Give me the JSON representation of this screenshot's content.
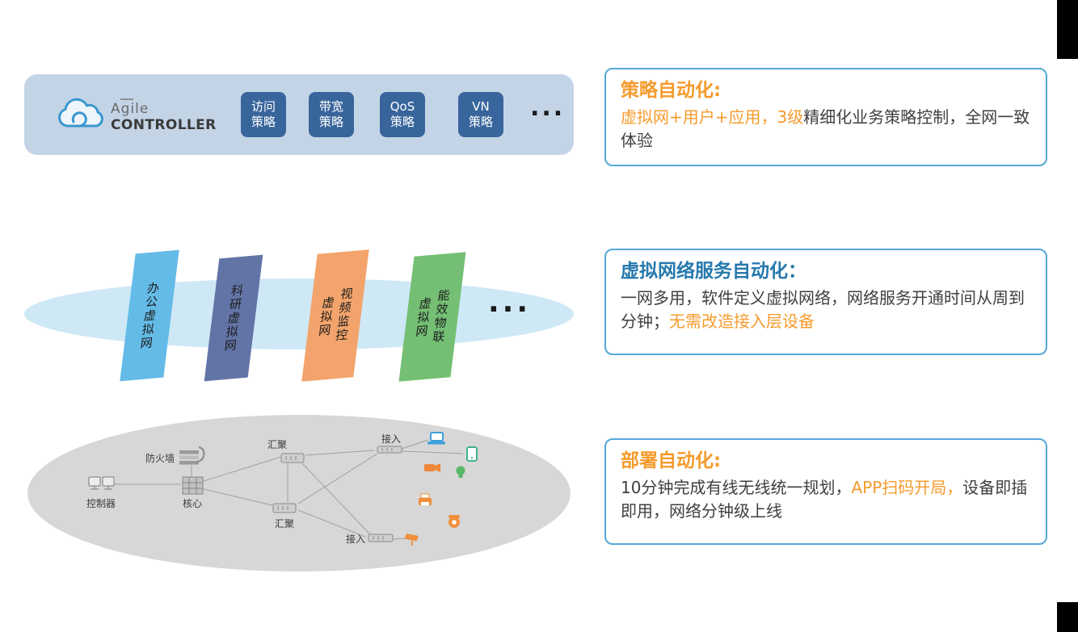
{
  "colors": {
    "accent_orange": "#f59b2d",
    "callout_border": "#56a8d8",
    "body_text": "#3f3f3f",
    "corner_block": "#000000"
  },
  "controller_bar": {
    "bg": "#c4d4e7",
    "logo_line1": "Agile",
    "logo_line2": "CONTROLLER",
    "tile_bg": "#38659c",
    "tiles": [
      {
        "line1": "访问",
        "line2": "策略"
      },
      {
        "line1": "带宽",
        "line2": "策略"
      },
      {
        "line1": "QoS",
        "line2": "策略"
      },
      {
        "line1": "VN",
        "line2": "策略"
      }
    ],
    "ellipsis": "..."
  },
  "virtual_layer": {
    "ellipse_bg": "#cfe8f6",
    "panels": [
      {
        "col_right": "办公虚拟网",
        "col_left": "",
        "bg": "#64bbe8"
      },
      {
        "col_right": "科研虚拟网",
        "col_left": "",
        "bg": "#6274a6"
      },
      {
        "col_right": "视频监控",
        "col_left": "虚拟网",
        "bg": "#f2a46c"
      },
      {
        "col_right": "能效物联",
        "col_left": "虚拟网",
        "bg": "#74bf74"
      }
    ],
    "ellipsis": "..."
  },
  "physical_layer": {
    "ellipse_fill": "#d7d7d7",
    "labels": {
      "firewall": "防火墙",
      "controller": "控制器",
      "core": "核心",
      "aggregation_top": "汇聚",
      "aggregation_bottom": "汇聚",
      "access_top": "接入",
      "access_bottom": "接入"
    }
  },
  "callouts": [
    {
      "title": "策略自动化:",
      "title_color": "#f59b2d",
      "segments": [
        {
          "text": "虚拟网+用户+应用，3级",
          "color": "#f59b2d"
        },
        {
          "text": "精细化业务策略控制，全网一致体验",
          "color": "#3f3f3f"
        }
      ]
    },
    {
      "title": "虚拟网络服务自动化：",
      "title_color": "#2679ad",
      "segments": [
        {
          "text": "一网多用，软件定义虚拟网络，网络服务开通时间从周到分钟；",
          "color": "#3f3f3f"
        },
        {
          "text": "无需改造接入层设备",
          "color": "#f59b2d"
        }
      ]
    },
    {
      "title": "部署自动化:",
      "title_color": "#f59b2d",
      "segments": [
        {
          "text": "10分钟完成有线无线统一规划，",
          "color": "#3f3f3f"
        },
        {
          "text": "APP扫码开局，",
          "color": "#f59b2d"
        },
        {
          "text": "设备即插即用，网络分钟级上线",
          "color": "#3f3f3f"
        }
      ]
    }
  ]
}
